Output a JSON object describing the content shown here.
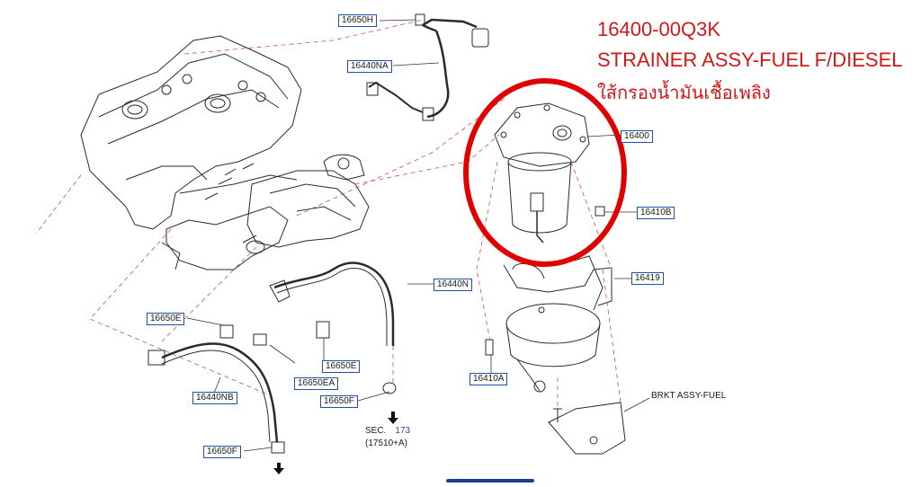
{
  "title": {
    "code": "16400-00Q3K",
    "name": "STRAINER ASSY-FUEL F/DIESEL",
    "thai": "ใส้กรองน้ำมันเชื้อเพลิง"
  },
  "colors": {
    "title": "#d01818",
    "highlight": "#e00000",
    "label_border": "#1f4fa8",
    "leader": "#d05050",
    "section_num": "#6b2fa0"
  },
  "labels": {
    "p16650H": "16650H",
    "p16440NA": "16440NA",
    "p16400": "16400",
    "p16410B": "16410B",
    "p16419": "16419",
    "p16440N": "16440N",
    "p16650E": "16650E",
    "p16650E2": "16650E",
    "p16650EA": "16650EA",
    "p16650F": "16650F",
    "p16650F2": "16650F",
    "p16440NB": "16440NB",
    "p16410A": "16410A"
  },
  "section": {
    "label": "SEC.",
    "number": "173",
    "sub": "(17510+A)"
  },
  "bracket_label": "BRKT  ASSY-FUEL"
}
